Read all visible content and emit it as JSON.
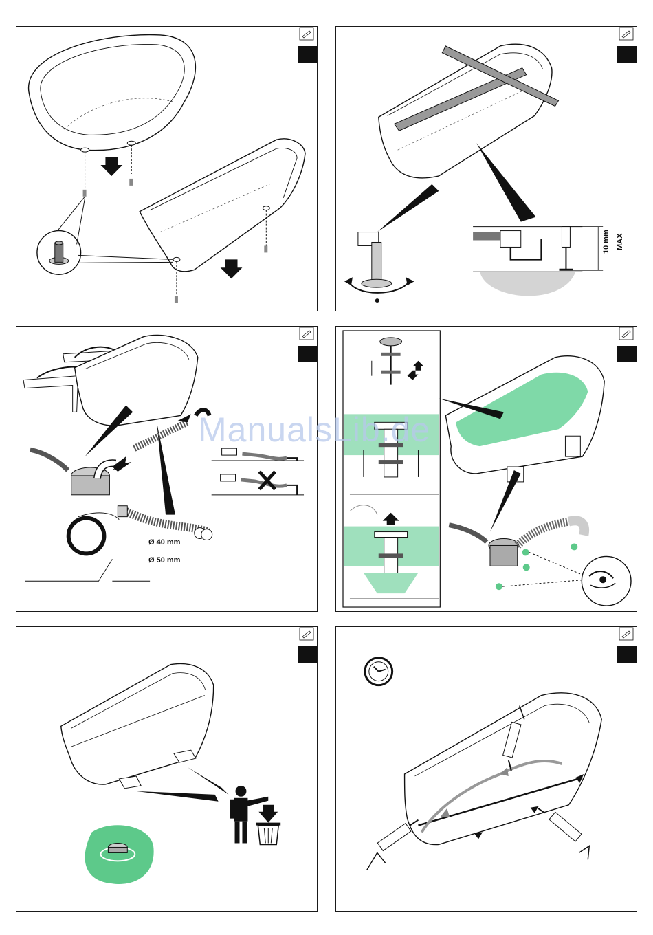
{
  "panels": [
    {
      "id": 1,
      "labels": []
    },
    {
      "id": 2,
      "labels": [
        "10 mm",
        "MAX"
      ]
    },
    {
      "id": 3,
      "labels": [
        "Ø 40 mm",
        "Ø 50 mm"
      ]
    },
    {
      "id": 4,
      "labels": []
    },
    {
      "id": 5,
      "labels": []
    },
    {
      "id": 6,
      "labels": []
    }
  ],
  "dimensions": {
    "height_max_value": "10 mm",
    "height_max_note": "MAX",
    "pipe_small": "Ø 40 mm",
    "pipe_large": "Ø 50 mm"
  },
  "watermark": "ManualsLib.de",
  "colors": {
    "water_green": "#7fd9a8",
    "blob_green": "#5dc98a",
    "line": "#1a1a1a",
    "grey_zone": "#d4d4d4",
    "watermark": "#b7c9ec"
  },
  "icons": [
    "pencil-note-icon",
    "step-tab-marker",
    "clock-icon",
    "trash-bin-icon",
    "person-icon",
    "eye-icon",
    "cross-icon",
    "rotate-arrow-icon",
    "water-drop-icon",
    "silicone-gun-icon"
  ]
}
